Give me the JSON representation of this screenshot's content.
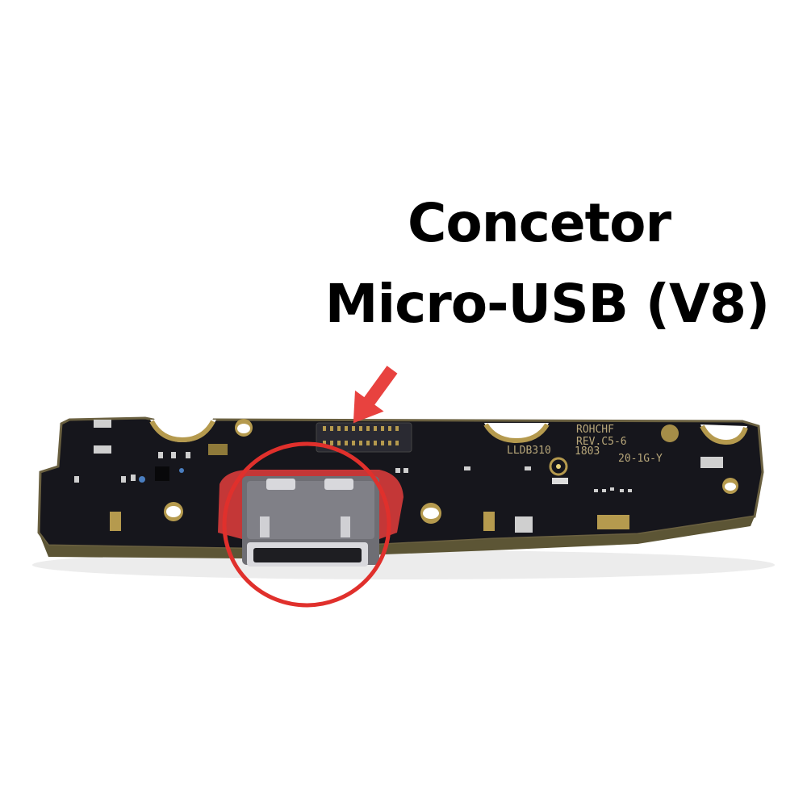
{
  "title": {
    "line1": "Concetor",
    "line2": "Micro-USB (V8)"
  },
  "board": {
    "silkscreen": {
      "brand": "ROHCHF",
      "revision": "REV.C5-6",
      "model": "LLDB310",
      "date_code": "1803",
      "batch": "20-1G-Y"
    }
  },
  "annotations": {
    "arrow_color": "#e8423f",
    "circle_color": "#e0302c",
    "highlighted_part": "micro-usb-port"
  },
  "colors": {
    "background": "#ffffff",
    "pcb": "#16161c",
    "gold": "#b59a4e",
    "text": "#000000"
  }
}
